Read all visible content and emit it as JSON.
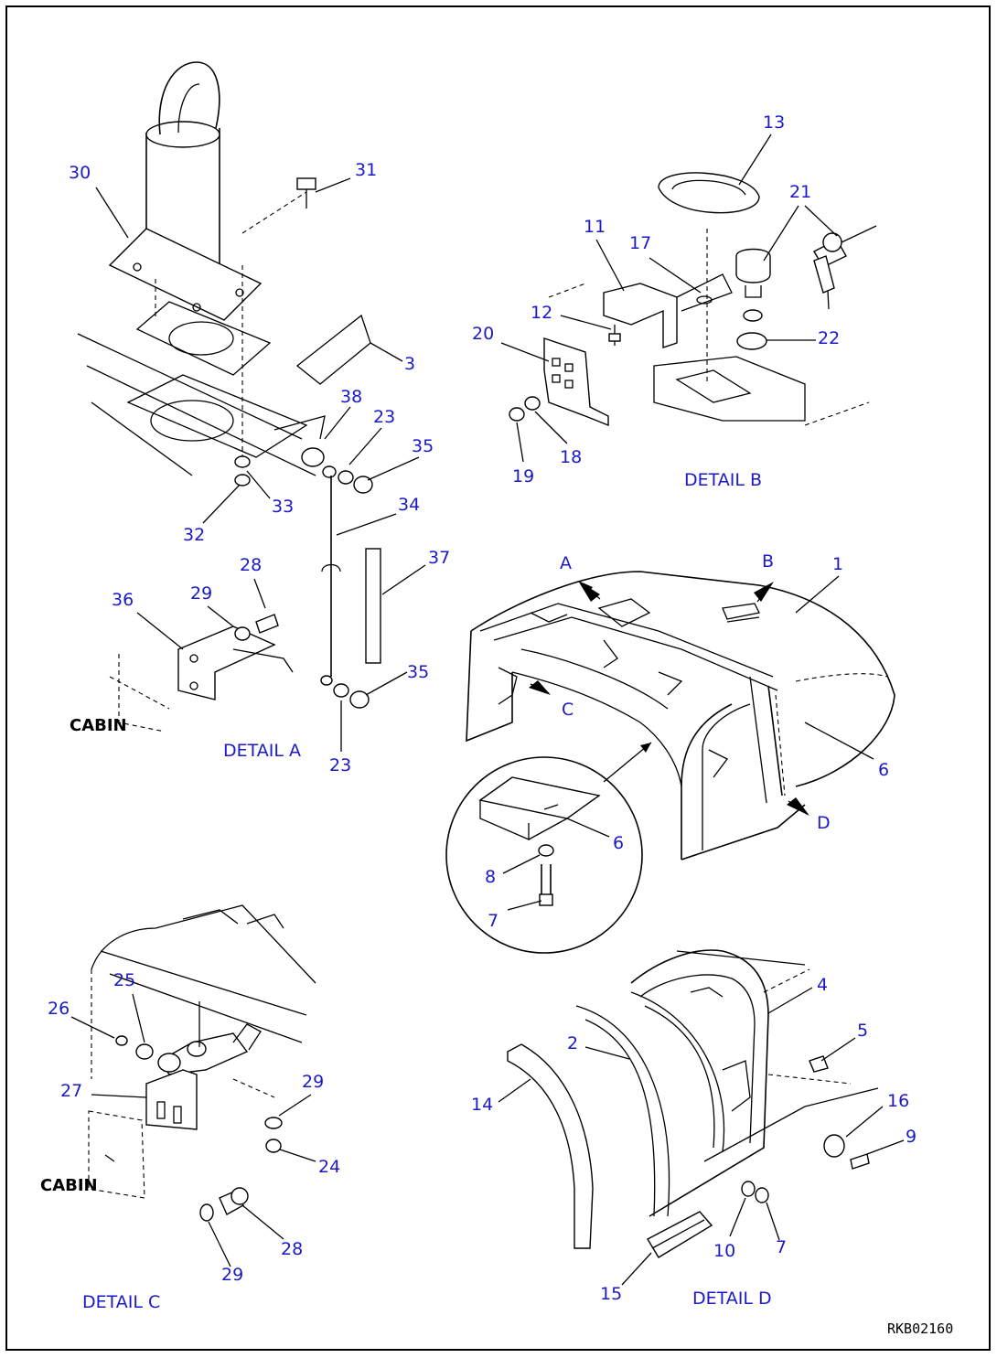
{
  "drawing_code": "RKB02160",
  "detail_labels": {
    "a": "DETAIL A",
    "b": "DETAIL B",
    "c": "DETAIL C",
    "d": "DETAIL D"
  },
  "cabin_label": "CABIN",
  "view_markers": [
    "A",
    "B",
    "C",
    "D"
  ],
  "part_numbers": [
    "1",
    "2",
    "3",
    "4",
    "5",
    "6",
    "7",
    "8",
    "9",
    "10",
    "11",
    "12",
    "13",
    "14",
    "15",
    "16",
    "17",
    "18",
    "19",
    "20",
    "21",
    "22",
    "23",
    "24",
    "25",
    "26",
    "27",
    "28",
    "29",
    "30",
    "31",
    "32",
    "33",
    "34",
    "35",
    "36",
    "37",
    "38"
  ],
  "colors": {
    "callout": "#1a1ac8",
    "line": "#000000"
  }
}
